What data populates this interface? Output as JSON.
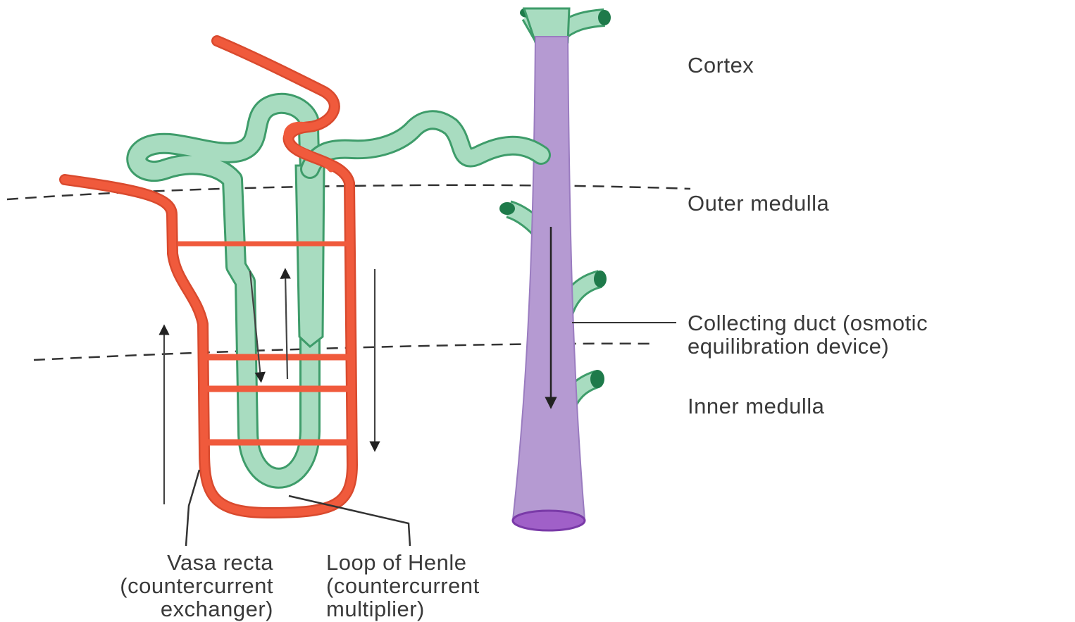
{
  "zones": {
    "cortex": "Cortex",
    "outer_medulla": "Outer medulla",
    "inner_medulla": "Inner medulla"
  },
  "collecting_duct": {
    "line1": "Collecting duct (osmotic",
    "line2": "equilibration device)"
  },
  "vasa_recta": {
    "line1": "Vasa recta",
    "line2": "(countercurrent",
    "line3": "exchanger)"
  },
  "loop_of_henle": {
    "line1": "Loop of Henle",
    "line2": "(countercurrent",
    "line3": "multiplier)"
  },
  "colors": {
    "vasa_recta": "#f05a3c",
    "vasa_recta_outline": "#d94a2e",
    "tubule_fill": "#a8dcc0",
    "tubule_outline": "#3e9c6a",
    "tubule_end": "#1e7a4a",
    "duct_fill": "#b59ad2",
    "duct_end": "#a060c8",
    "duct_end_stroke": "#7a3aa8",
    "text": "#3a3a3a"
  }
}
